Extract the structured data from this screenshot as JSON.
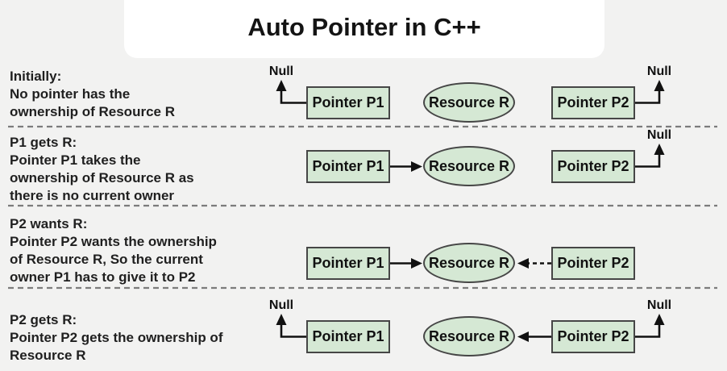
{
  "title": "Auto Pointer in C++",
  "labels": {
    "p1": "Pointer P1",
    "p2": "Pointer P2",
    "resource": "Resource R",
    "null": "Null"
  },
  "rows": [
    {
      "caption": [
        "Initially:",
        "No pointer has the",
        "ownership of Resource R"
      ]
    },
    {
      "caption": [
        "P1 gets R:",
        "Pointer P1 takes the",
        "ownership of Resource R as",
        "there is no current owner"
      ]
    },
    {
      "caption": [
        "P2 wants R:",
        "Pointer P2 wants the ownership",
        "of Resource R, So the current",
        "owner P1 has to give it to P2"
      ]
    },
    {
      "caption": [
        "P2 gets R:",
        "Pointer P2 gets the ownership of",
        "Resource R"
      ]
    }
  ],
  "colors": {
    "background": "#f2f2f1",
    "title_panel": "#ffffff",
    "node_fill": "#d5e8d4",
    "node_border": "#464646",
    "arrow": "#111111",
    "divider": "#7c7c7c",
    "text": "#1f1f1f"
  }
}
